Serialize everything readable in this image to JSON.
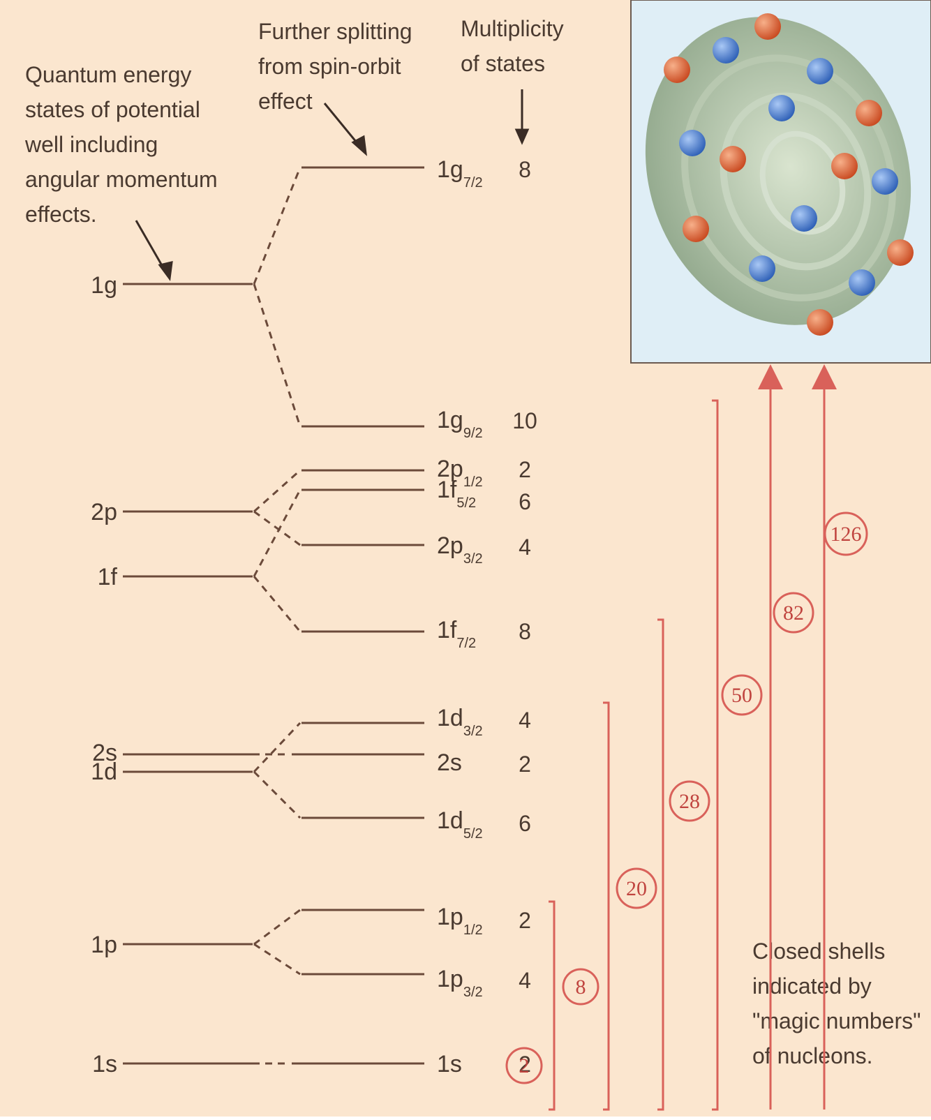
{
  "annotations": {
    "quantum_states": [
      "Quantum energy",
      "states of potential",
      "well including",
      "angular momentum",
      "effects."
    ],
    "spin_orbit": [
      "Further splitting",
      "from spin-orbit",
      "effect"
    ],
    "multiplicity": [
      "Multiplicity",
      "of states"
    ],
    "closed_shells": [
      "Closed shells",
      "indicated by",
      "\"magic numbers\"",
      "of nucleons."
    ]
  },
  "unsplit_levels": [
    "1g",
    "2p",
    "1f",
    "2s",
    "1d",
    "1p",
    "1s"
  ],
  "split_levels": [
    {
      "base": "1g",
      "sub": "7/2",
      "multiplicity": "8"
    },
    {
      "base": "1g",
      "sub": "9/2",
      "multiplicity": "10"
    },
    {
      "base": "2p",
      "sub": "1/2",
      "multiplicity": "2"
    },
    {
      "base": "1f",
      "sub": "5/2",
      "multiplicity": "6"
    },
    {
      "base": "2p",
      "sub": "3/2",
      "multiplicity": "4"
    },
    {
      "base": "1f",
      "sub": "7/2",
      "multiplicity": "8"
    },
    {
      "base": "1d",
      "sub": "3/2",
      "multiplicity": "4"
    },
    {
      "base": "2s",
      "sub": "",
      "multiplicity": "2"
    },
    {
      "base": "1d",
      "sub": "5/2",
      "multiplicity": "6"
    },
    {
      "base": "1p",
      "sub": "1/2",
      "multiplicity": "2"
    },
    {
      "base": "1p",
      "sub": "3/2",
      "multiplicity": "4"
    },
    {
      "base": "1s",
      "sub": "",
      "multiplicity": "2"
    }
  ],
  "magic_numbers": [
    "2",
    "8",
    "20",
    "28",
    "50",
    "82",
    "126"
  ],
  "colors": {
    "background": "#fbe6cf",
    "level_line": "#6b4a3a",
    "magic": "#d9615a",
    "nucleus_bg": "#dfeef6",
    "proton": "#e0663c",
    "neutron": "#4d7fd6"
  }
}
